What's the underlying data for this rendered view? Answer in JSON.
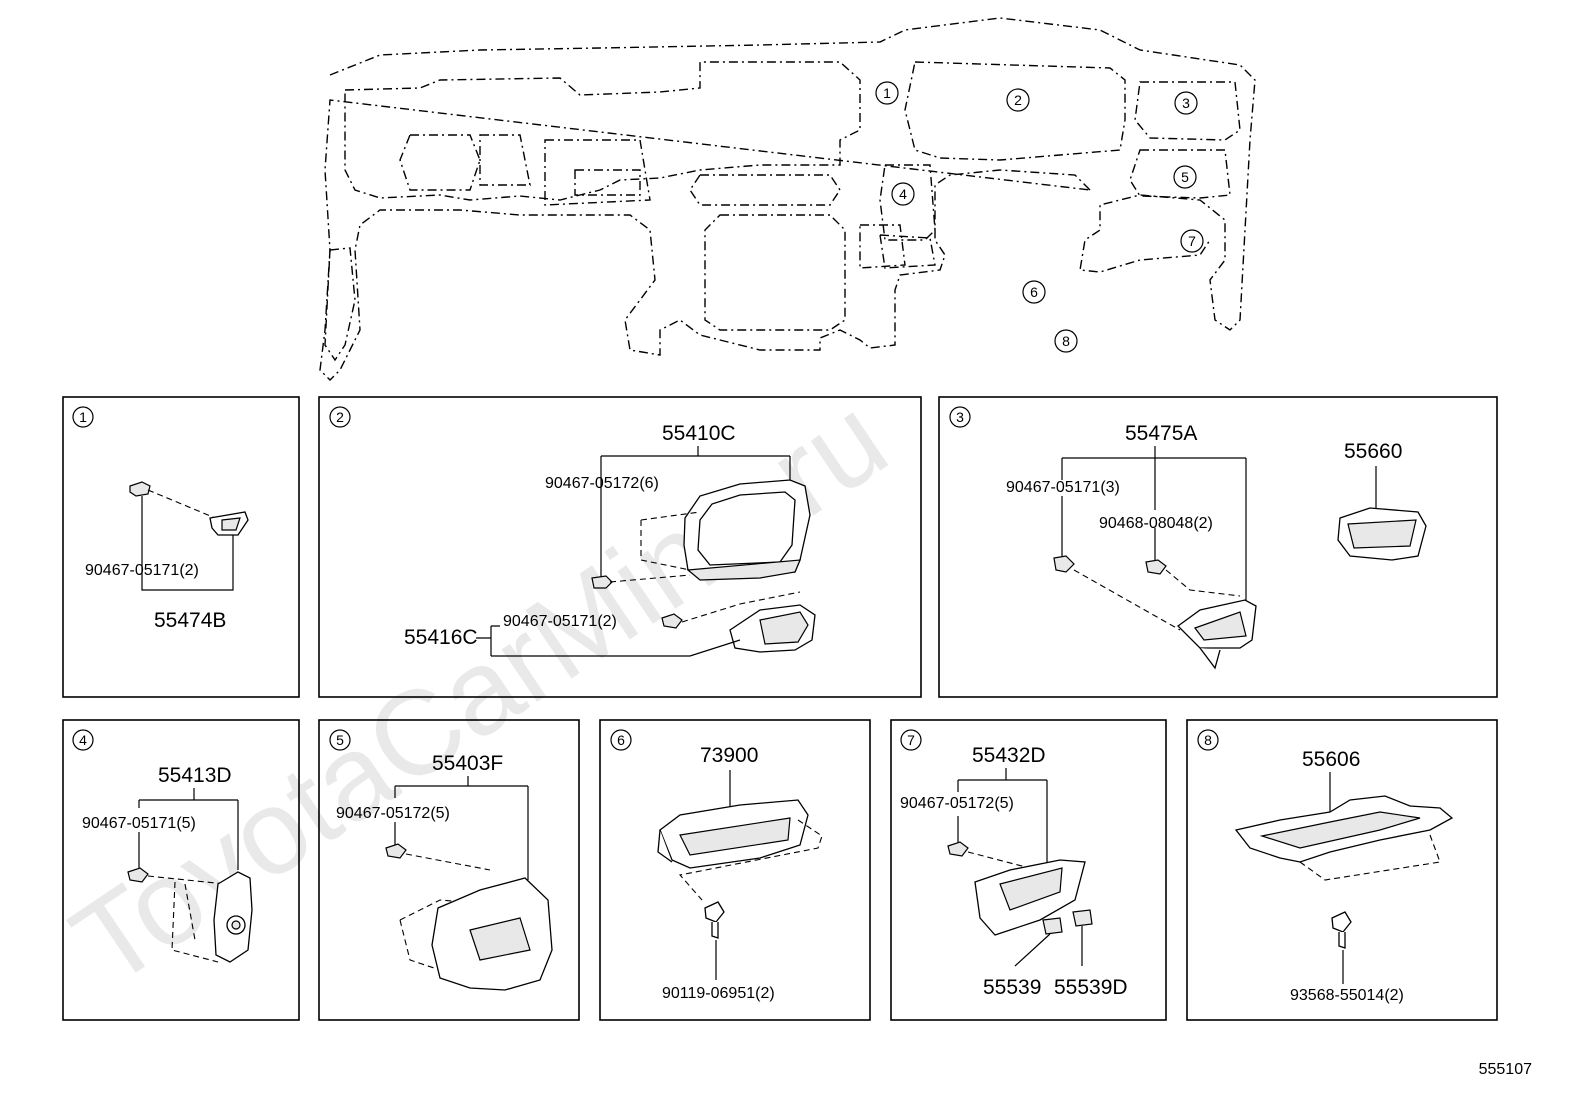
{
  "watermark": "ToyotaCarMine.ru",
  "diagram_id": "555107",
  "overview": {
    "callouts": [
      "1",
      "2",
      "3",
      "4",
      "5",
      "6",
      "7",
      "8"
    ]
  },
  "panels": [
    {
      "num": "1",
      "labels": {
        "clip": "90467-05171(2)",
        "part": "55474B"
      }
    },
    {
      "num": "2",
      "labels": {
        "assembly": "55410C",
        "clip_a": "90467-05172(6)",
        "clip_b": "90467-05171(2)",
        "part": "55416C"
      }
    },
    {
      "num": "3",
      "labels": {
        "assembly": "55475A",
        "clip_a": "90467-05171(3)",
        "clip_b": "90468-08048(2)",
        "part": "55660"
      }
    },
    {
      "num": "4",
      "labels": {
        "assembly": "55413D",
        "clip": "90467-05171(5)"
      }
    },
    {
      "num": "5",
      "labels": {
        "assembly": "55403F",
        "clip": "90467-05172(5)"
      }
    },
    {
      "num": "6",
      "labels": {
        "assembly": "73900",
        "bolt": "90119-06951(2)"
      }
    },
    {
      "num": "7",
      "labels": {
        "assembly": "55432D",
        "clip": "90467-05172(5)",
        "part_a": "55539",
        "part_b": "55539D"
      }
    },
    {
      "num": "8",
      "labels": {
        "assembly": "55606",
        "bolt": "93568-55014(2)"
      }
    }
  ]
}
